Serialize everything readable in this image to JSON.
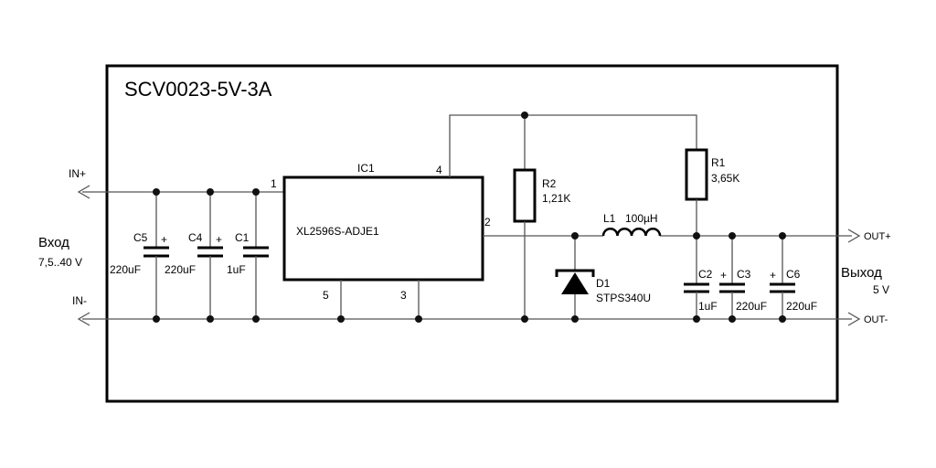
{
  "title": "SCV0023-5V-3A",
  "ports": {
    "in_plus": "IN+",
    "in_minus": "IN-",
    "out_plus": "OUT+",
    "out_minus": "OUT-"
  },
  "input": {
    "label": "Вход",
    "range": "7,5..40 V"
  },
  "output": {
    "label": "Выход",
    "voltage": "5 V"
  },
  "ic": {
    "ref": "IC1",
    "part": "XL2596S-ADJE1",
    "pins": {
      "p1": "1",
      "p2": "2",
      "p3": "3",
      "p4": "4",
      "p5": "5"
    }
  },
  "components": {
    "c5": {
      "ref": "C5",
      "value": "220uF"
    },
    "c4": {
      "ref": "C4",
      "value": "220uF"
    },
    "c1": {
      "ref": "C1",
      "value": "1uF"
    },
    "r2": {
      "ref": "R2",
      "value": "1,21K"
    },
    "r1": {
      "ref": "R1",
      "value": "3,65K"
    },
    "l1": {
      "ref": "L1",
      "value": "100µH"
    },
    "d1": {
      "ref": "D1",
      "value": "STPS340U"
    },
    "c2": {
      "ref": "C2",
      "value": "1uF"
    },
    "c3": {
      "ref": "C3",
      "value": "220uF"
    },
    "c6": {
      "ref": "C6",
      "value": "220uF"
    }
  },
  "polarity_mark": "+"
}
